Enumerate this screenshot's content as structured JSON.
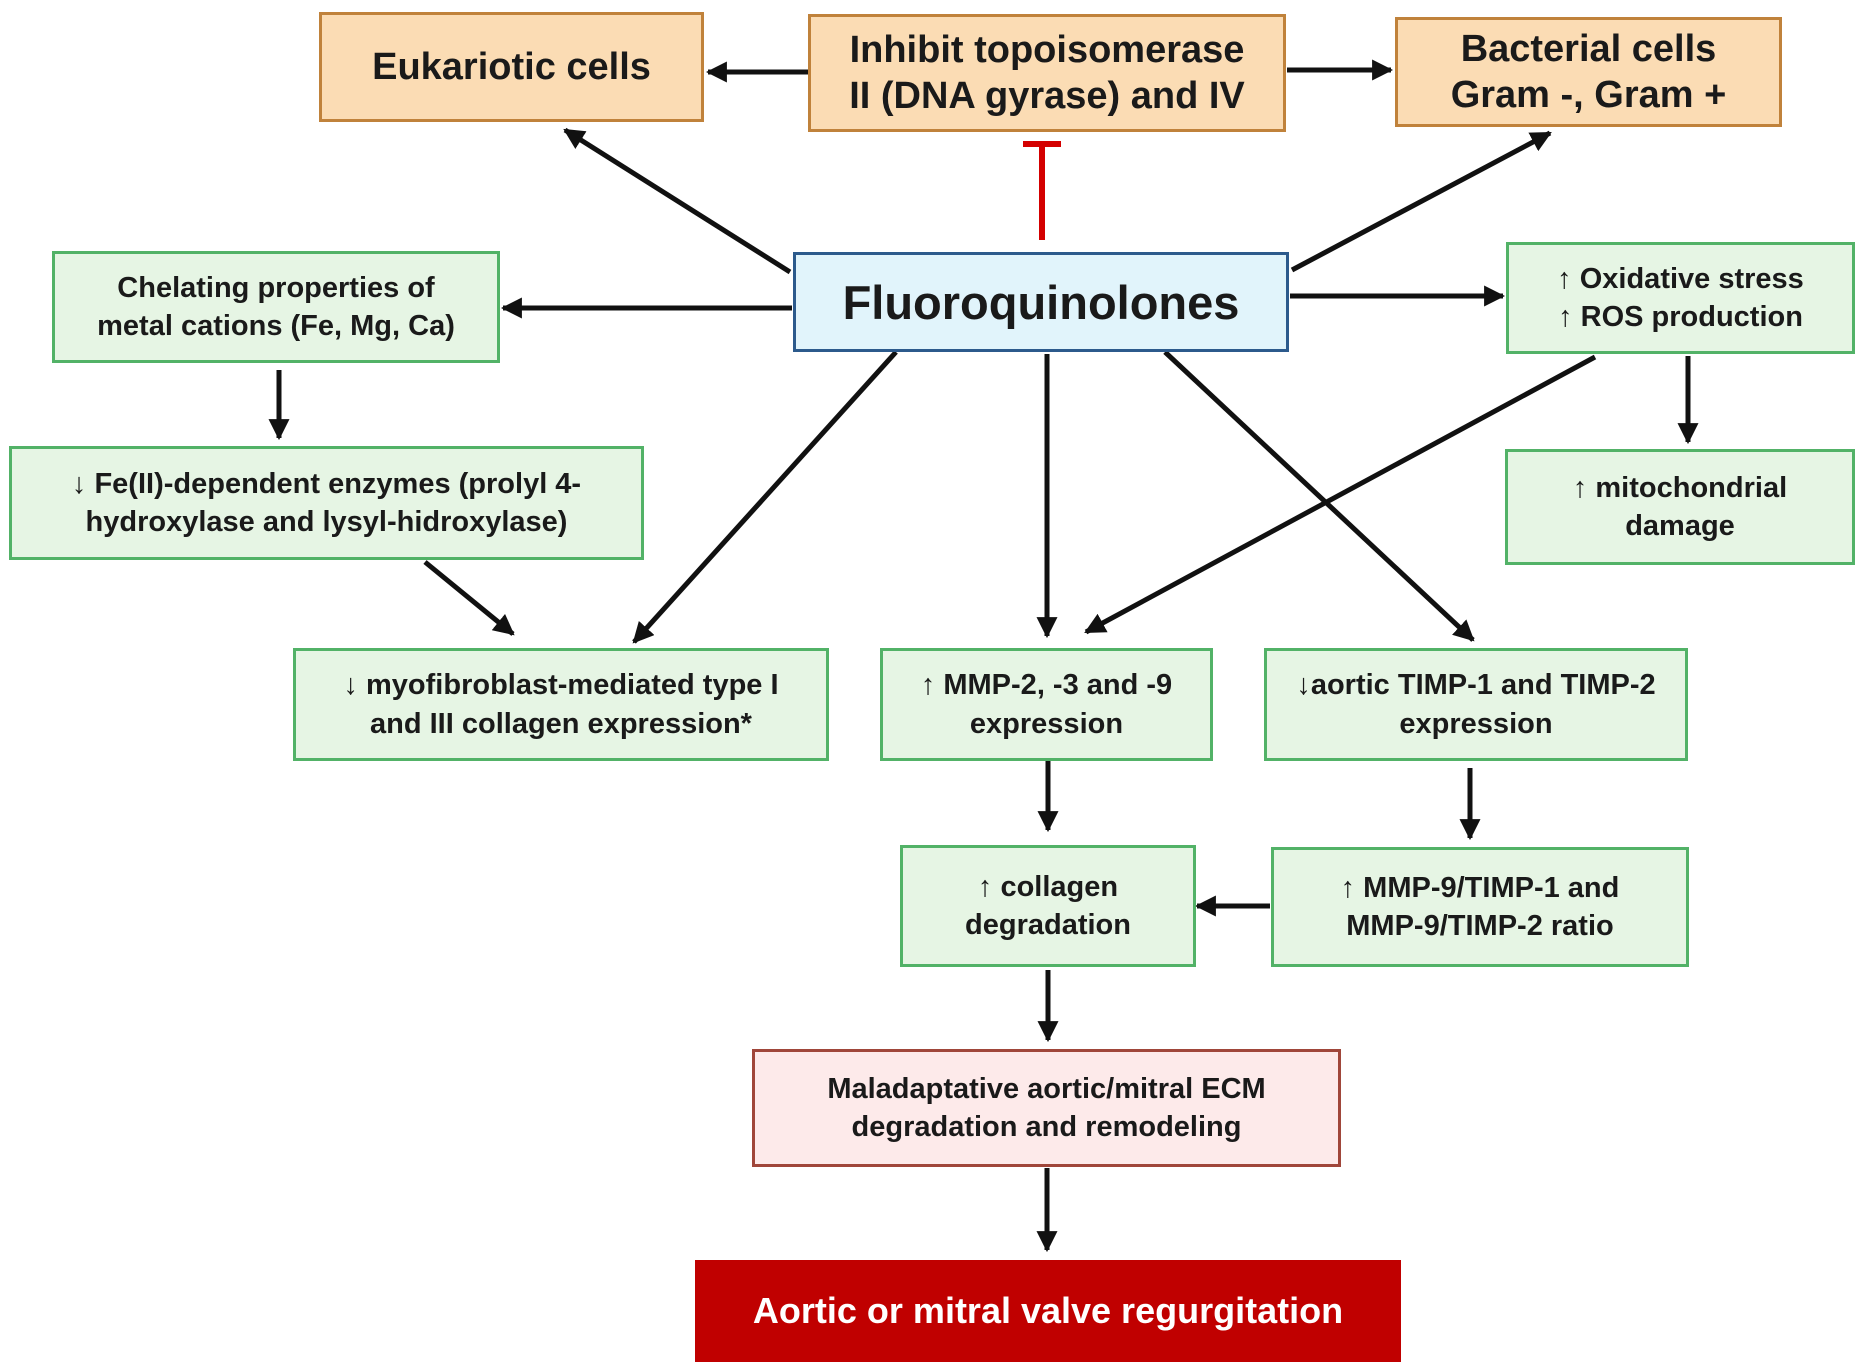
{
  "nodes": {
    "eukariotic": "Eukariotic cells",
    "topo": [
      "Inhibit topoisomerase",
      "II (DNA gyrase) and IV"
    ],
    "bacterial": [
      "Bacterial cells",
      "Gram -, Gram +"
    ],
    "chelating": [
      "Chelating properties of",
      "metal cations (Fe, Mg, Ca)"
    ],
    "fluoro": "Fluoroquinolones",
    "oxidative": [
      "↑ Oxidative stress",
      "↑ ROS production"
    ],
    "fe_enzymes": [
      "↓ Fe(II)-dependent enzymes (prolyl 4-",
      "hydroxylase and lysyl-hidroxylase)"
    ],
    "mito": [
      "↑ mitochondrial",
      "damage"
    ],
    "myofib": [
      "↓ myofibroblast-mediated type I",
      "and III collagen expression*"
    ],
    "mmp": [
      "↑ MMP-2, -3 and -9",
      "expression"
    ],
    "timp": [
      "↓aortic TIMP-1 and TIMP-2",
      "expression"
    ],
    "collagen": [
      "↑ collagen",
      "degradation"
    ],
    "ratio": [
      "↑ MMP-9/TIMP-1 and",
      "MMP-9/TIMP-2 ratio"
    ],
    "ecm": [
      "Maladaptative aortic/mitral ECM",
      "degradation and remodeling"
    ],
    "outcome": "Aortic or mitral valve regurgitation"
  },
  "colors": {
    "arrow": "#111111",
    "inhibit": "#d40000",
    "orange_fill": "#fbdcb4",
    "orange_border": "#c0823b",
    "green_fill": "#e6f5e4",
    "green_border": "#52b267",
    "blue_fill": "#e1f4fb",
    "blue_border": "#2c5a8c",
    "pink_fill": "#fdeaea",
    "pink_border": "#a0463a",
    "red_fill": "#c00000"
  }
}
